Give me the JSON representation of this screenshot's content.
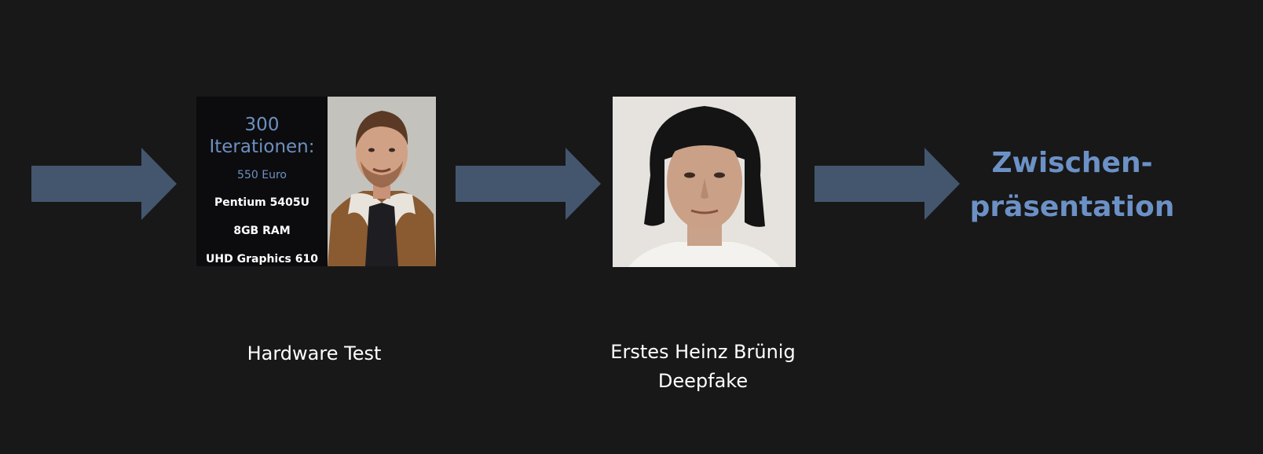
{
  "colors": {
    "background": "#181818",
    "arrow": "#43566e",
    "accent_text": "#6c91c6",
    "caption_text": "#ffffff"
  },
  "hardware_card": {
    "iterations": "300 Iterationen:",
    "price": "550 Euro",
    "specs": [
      "Pentium 5405U",
      "8GB RAM",
      "UHD Graphics 610"
    ]
  },
  "captions": {
    "hardware_test": "Hardware Test",
    "deepfake_line1": "Erstes Heinz Brünig",
    "deepfake_line2": "Deepfake"
  },
  "final_step": {
    "line1": "Zwischen-",
    "line2": "präsentation"
  },
  "icons": [
    "arrow-right-icon",
    "arrow-right-icon",
    "arrow-right-icon"
  ]
}
